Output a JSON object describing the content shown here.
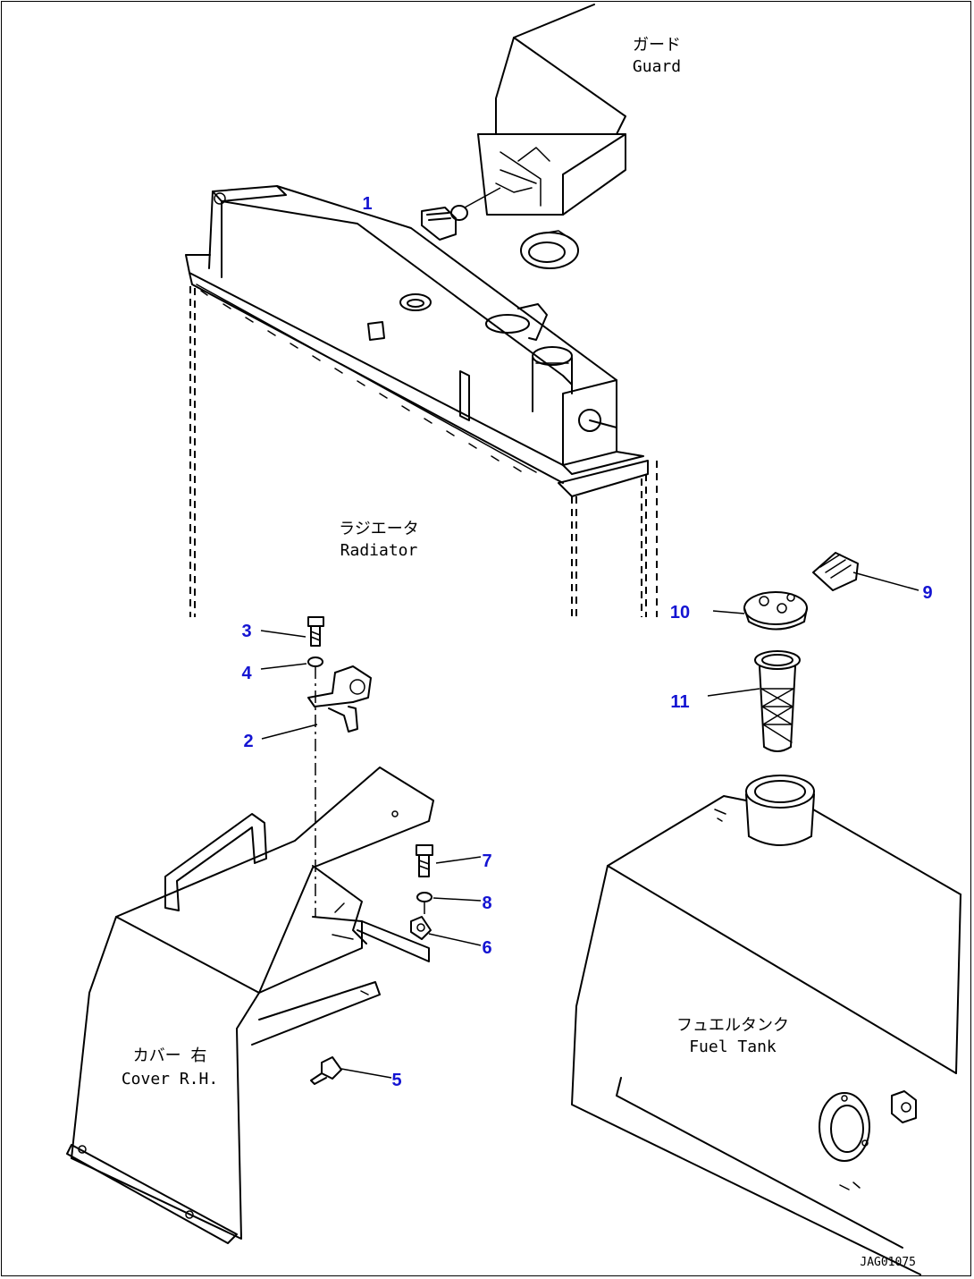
{
  "labels": {
    "guard_jp": "ガード",
    "guard_en": "Guard",
    "radiator_jp": "ラジエータ",
    "radiator_en": "Radiator",
    "cover_jp": "カバー 右",
    "cover_en": "Cover R.H.",
    "fueltank_jp": "フュエルタンク",
    "fueltank_en": "Fuel Tank",
    "drawing_code": "JAG01075"
  },
  "callouts": [
    "1",
    "2",
    "3",
    "4",
    "5",
    "6",
    "7",
    "8",
    "9",
    "10",
    "11"
  ],
  "colors": {
    "callout": "#1414d2",
    "line": "#000000"
  }
}
